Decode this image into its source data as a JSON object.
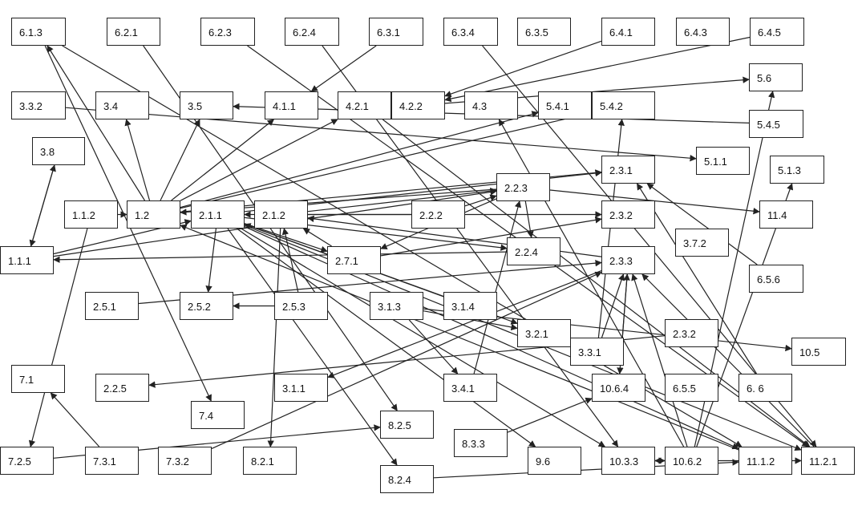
{
  "diagram": {
    "nodes": [
      {
        "id": "n613",
        "label": "6.1.3"
      },
      {
        "id": "n621",
        "label": "6.2.1"
      },
      {
        "id": "n623",
        "label": "6.2.3"
      },
      {
        "id": "n624",
        "label": "6.2.4"
      },
      {
        "id": "n631",
        "label": "6.3.1"
      },
      {
        "id": "n634",
        "label": "6.3.4"
      },
      {
        "id": "n635",
        "label": "6.3.5"
      },
      {
        "id": "n641",
        "label": "6.4.1"
      },
      {
        "id": "n643",
        "label": "6.4.3"
      },
      {
        "id": "n645",
        "label": "6.4.5"
      },
      {
        "id": "n332",
        "label": "3.3.2"
      },
      {
        "id": "n34",
        "label": "3.4"
      },
      {
        "id": "n35",
        "label": "3.5"
      },
      {
        "id": "n411",
        "label": "4.1.1"
      },
      {
        "id": "n421",
        "label": "4.2.1"
      },
      {
        "id": "n422",
        "label": "4.2.2"
      },
      {
        "id": "n43",
        "label": "4.3"
      },
      {
        "id": "n541",
        "label": "5.4.1"
      },
      {
        "id": "n542",
        "label": "5.4.2"
      },
      {
        "id": "n56",
        "label": "5.6"
      },
      {
        "id": "n545",
        "label": "5.4.5"
      },
      {
        "id": "n38",
        "label": "3.8"
      },
      {
        "id": "n511",
        "label": "5.1.1"
      },
      {
        "id": "n231",
        "label": "2.3.1"
      },
      {
        "id": "n513",
        "label": "5.1.3"
      },
      {
        "id": "n223",
        "label": "2.2.3"
      },
      {
        "id": "n112",
        "label": "1.1.2"
      },
      {
        "id": "n12",
        "label": "1.2"
      },
      {
        "id": "n211",
        "label": "2.1.1"
      },
      {
        "id": "n212",
        "label": "2.1.2"
      },
      {
        "id": "n222",
        "label": "2.2.2"
      },
      {
        "id": "n232",
        "label": "2.3.2"
      },
      {
        "id": "n114",
        "label": "11.4"
      },
      {
        "id": "n372",
        "label": "3.7.2"
      },
      {
        "id": "n111",
        "label": "1.1.1"
      },
      {
        "id": "n271",
        "label": "2.7.1"
      },
      {
        "id": "n224",
        "label": "2.2.4"
      },
      {
        "id": "n233",
        "label": "2.3.3"
      },
      {
        "id": "n656",
        "label": "6.5.6"
      },
      {
        "id": "n251",
        "label": "2.5.1"
      },
      {
        "id": "n252",
        "label": "2.5.2"
      },
      {
        "id": "n253",
        "label": "2.5.3"
      },
      {
        "id": "n313",
        "label": "3.1.3"
      },
      {
        "id": "n314",
        "label": "3.1.4"
      },
      {
        "id": "n321",
        "label": "3.2.1"
      },
      {
        "id": "n232b",
        "label": "2.3.2"
      },
      {
        "id": "n105",
        "label": "10.5"
      },
      {
        "id": "n331",
        "label": "3.3.1"
      },
      {
        "id": "n71",
        "label": "7.1"
      },
      {
        "id": "n225",
        "label": "2.2.5"
      },
      {
        "id": "n311",
        "label": "3.1.1"
      },
      {
        "id": "n341",
        "label": "3.4.1"
      },
      {
        "id": "n1064",
        "label": "10.6.4"
      },
      {
        "id": "n655",
        "label": "6.5.5"
      },
      {
        "id": "n66",
        "label": "6. 6"
      },
      {
        "id": "n74",
        "label": "7.4"
      },
      {
        "id": "n825",
        "label": "8.2.5"
      },
      {
        "id": "n833",
        "label": "8.3.3"
      },
      {
        "id": "n725",
        "label": "7.2.5"
      },
      {
        "id": "n731",
        "label": "7.3.1"
      },
      {
        "id": "n732",
        "label": "7.3.2"
      },
      {
        "id": "n821",
        "label": "8.2.1"
      },
      {
        "id": "n96",
        "label": "9.6"
      },
      {
        "id": "n1033",
        "label": "10.3.3"
      },
      {
        "id": "n1062",
        "label": "10.6.2"
      },
      {
        "id": "n1112",
        "label": "11.1.2"
      },
      {
        "id": "n1121",
        "label": "11.2.1"
      },
      {
        "id": "n824",
        "label": "8.2.4"
      }
    ],
    "edges": [
      [
        "n12",
        "n34"
      ],
      [
        "n12",
        "n35"
      ],
      [
        "n12",
        "n411"
      ],
      [
        "n12",
        "n421"
      ],
      [
        "n12",
        "n541"
      ],
      [
        "n12",
        "n542"
      ],
      [
        "n12",
        "n231"
      ],
      [
        "n12",
        "n613"
      ],
      [
        "n211",
        "n231"
      ],
      [
        "n211",
        "n271"
      ],
      [
        "n211",
        "n252"
      ],
      [
        "n211",
        "n224"
      ],
      [
        "n211",
        "n321"
      ],
      [
        "n211",
        "n1033"
      ],
      [
        "n211",
        "n1112"
      ],
      [
        "n211",
        "n824"
      ],
      [
        "n211",
        "n96"
      ],
      [
        "n211",
        "n1121"
      ],
      [
        "n212",
        "n223"
      ],
      [
        "n212",
        "n232"
      ],
      [
        "n212",
        "n821"
      ],
      [
        "n111",
        "n223"
      ],
      [
        "n111",
        "n211"
      ],
      [
        "n111",
        "n38"
      ],
      [
        "n38",
        "n111"
      ],
      [
        "n224",
        "n111"
      ],
      [
        "n332",
        "n511"
      ],
      [
        "n545",
        "n35"
      ],
      [
        "n641",
        "n422"
      ],
      [
        "n645",
        "n422"
      ],
      [
        "n631",
        "n411"
      ],
      [
        "n634",
        "n1121"
      ],
      [
        "n624",
        "n1033"
      ],
      [
        "n623",
        "n1121"
      ],
      [
        "n621",
        "n825"
      ],
      [
        "n613",
        "n74"
      ],
      [
        "n613",
        "n1112"
      ],
      [
        "n112",
        "n725"
      ],
      [
        "n112",
        "n12"
      ],
      [
        "n223",
        "n12"
      ],
      [
        "n223",
        "n271"
      ],
      [
        "n223",
        "n224"
      ],
      [
        "n223",
        "n114"
      ],
      [
        "n222",
        "n223"
      ],
      [
        "n222",
        "n211"
      ],
      [
        "n271",
        "n212"
      ],
      [
        "n271",
        "n232"
      ],
      [
        "n253",
        "n212"
      ],
      [
        "n253",
        "n252"
      ],
      [
        "n251",
        "n233"
      ],
      [
        "n313",
        "n341"
      ],
      [
        "n313",
        "n321"
      ],
      [
        "n313",
        "n105"
      ],
      [
        "n314",
        "n211"
      ],
      [
        "n331",
        "n542"
      ],
      [
        "n331",
        "n233"
      ],
      [
        "n331",
        "n213x"
      ],
      [
        "n233",
        "n212"
      ],
      [
        "n233",
        "n311"
      ],
      [
        "n233",
        "n311b"
      ],
      [
        "n233",
        "n1064"
      ],
      [
        "n1064",
        "n233"
      ],
      [
        "n232b",
        "n225"
      ],
      [
        "n1062",
        "n43"
      ],
      [
        "n1062",
        "n233"
      ],
      [
        "n1062",
        "n513"
      ],
      [
        "n1062",
        "n1033"
      ],
      [
        "n1033",
        "n1062"
      ],
      [
        "n1062",
        "n56"
      ],
      [
        "n1121",
        "n233"
      ],
      [
        "n1121",
        "n656x"
      ],
      [
        "n656",
        "n231"
      ],
      [
        "n66",
        "n231"
      ],
      [
        "n731",
        "n71"
      ],
      [
        "n732",
        "n233"
      ],
      [
        "n725",
        "n825"
      ],
      [
        "n833",
        "n1064"
      ],
      [
        "n824",
        "n1112"
      ],
      [
        "n421",
        "n1121"
      ],
      [
        "n422",
        "n56"
      ],
      [
        "n341",
        "n223"
      ],
      [
        "n1033",
        "n1121"
      ],
      [
        "n1112",
        "n12"
      ]
    ]
  }
}
